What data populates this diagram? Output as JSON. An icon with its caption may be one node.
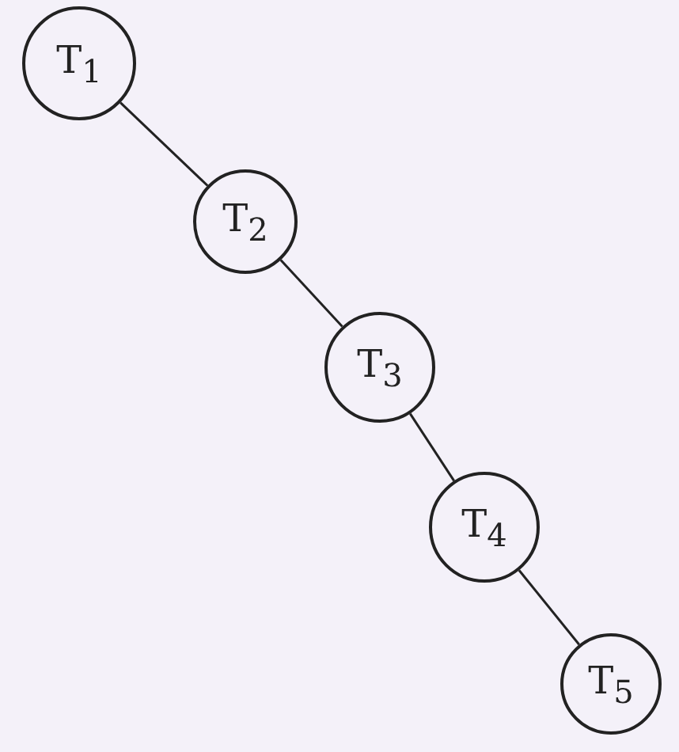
{
  "diagram": {
    "nodes": [
      {
        "text": [
          "T$_{1}$"
        ]
      },
      {
        "text": [
          "T$_{2}$"
        ]
      },
      {
        "text": [
          "T$_{3}$"
        ]
      },
      {
        "text": [
          "T$_{4}$"
        ]
      },
      {
        "text": [
          "T$_{5}$"
        ]
      }
    ],
    "edges": [
      {
        "from": 0,
        "to": 1,
        "arrow": "none"
      },
      {
        "from": 1,
        "to": 2,
        "arrow": "none"
      },
      {
        "from": 2,
        "to": 3,
        "arrow": "none"
      },
      {
        "from": 3,
        "to": 4,
        "arrow": "none"
      }
    ]
  }
}
